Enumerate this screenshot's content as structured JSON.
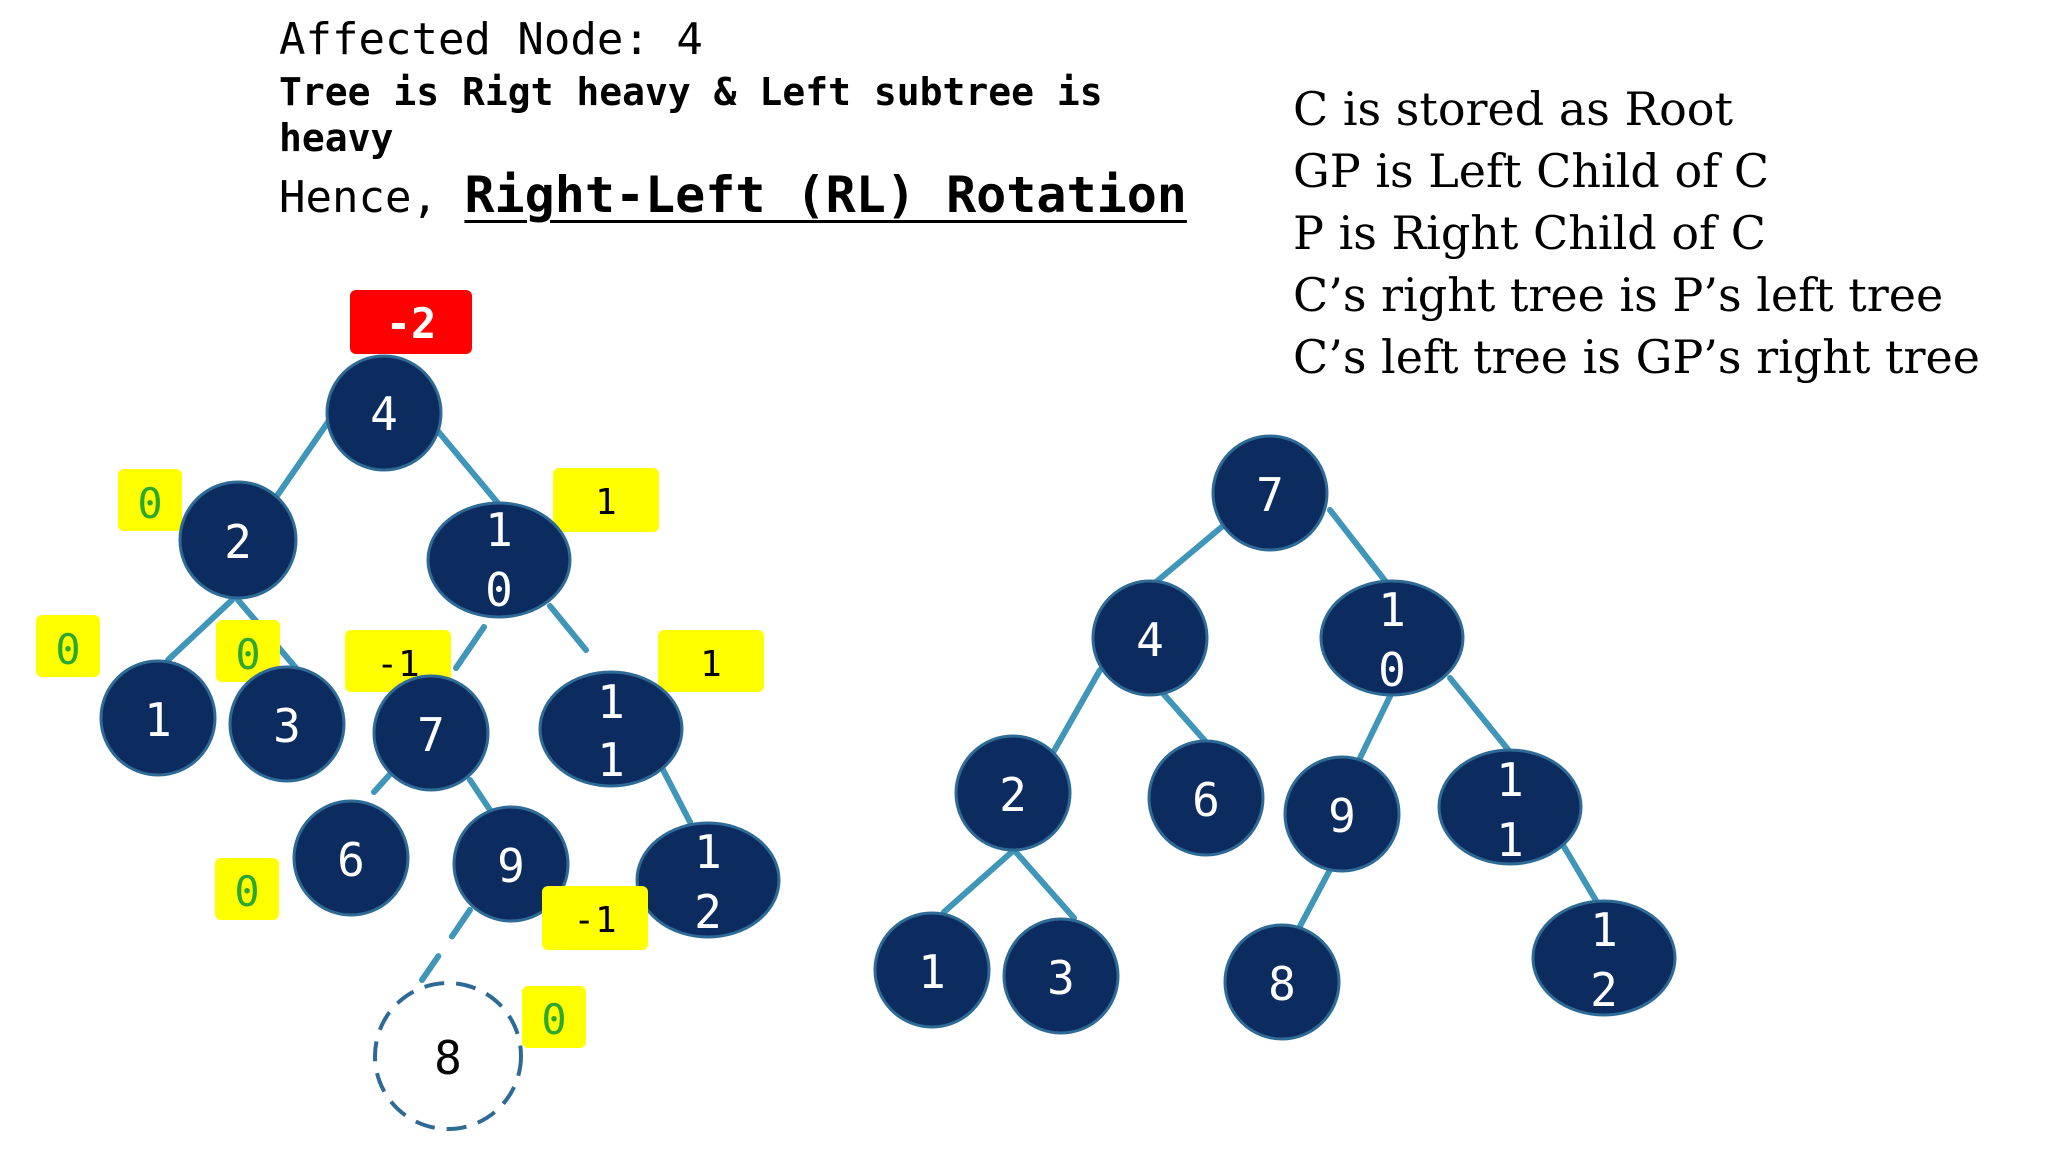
{
  "header": {
    "affected": "Affected Node: 4",
    "heaviness_line1": "Tree is Rigt heavy & Left subtree is",
    "heaviness_line2": "heavy",
    "hence": "Hence, ",
    "rotation": "Right-Left (RL) Rotation"
  },
  "rules": [
    "C is stored as Root",
    "GP is Left Child of C",
    "P is Right Child of C",
    "C’s right tree is P’s left tree",
    "C’s left tree is GP’s right tree"
  ],
  "colors": {
    "node_fill": "#0c2b5e",
    "node_stroke": "#2e6a96",
    "edge": "#3f96b8",
    "badge_yellow": "#ffff00",
    "badge_red": "#ff0000",
    "zero_text": "#2aa830",
    "inserted_outline": "#2e6a96"
  },
  "before_tree": {
    "root_balance": "-2",
    "nodes": [
      {
        "id": "n4",
        "label": "4",
        "balance": "-2"
      },
      {
        "id": "n2",
        "label": "2",
        "balance": "0"
      },
      {
        "id": "n10",
        "label": "10",
        "balance": "1"
      },
      {
        "id": "n1",
        "label": "1",
        "balance": "0"
      },
      {
        "id": "n3",
        "label": "3",
        "balance": "0"
      },
      {
        "id": "n7",
        "label": "7",
        "balance": "-1"
      },
      {
        "id": "n11",
        "label": "11",
        "balance": "1"
      },
      {
        "id": "n6",
        "label": "6",
        "balance": "0"
      },
      {
        "id": "n9",
        "label": "9",
        "balance": "-1"
      },
      {
        "id": "n12",
        "label": "12",
        "balance": ""
      },
      {
        "id": "n8",
        "label": "8",
        "balance": "0",
        "inserted": true
      }
    ]
  },
  "after_tree": {
    "nodes": [
      {
        "id": "m7",
        "label": "7"
      },
      {
        "id": "m4",
        "label": "4"
      },
      {
        "id": "m10",
        "label": "10"
      },
      {
        "id": "m2",
        "label": "2"
      },
      {
        "id": "m6",
        "label": "6"
      },
      {
        "id": "m9",
        "label": "9"
      },
      {
        "id": "m11",
        "label": "11"
      },
      {
        "id": "m1",
        "label": "1"
      },
      {
        "id": "m3",
        "label": "3"
      },
      {
        "id": "m8",
        "label": "8"
      },
      {
        "id": "m12",
        "label": "12"
      }
    ]
  }
}
